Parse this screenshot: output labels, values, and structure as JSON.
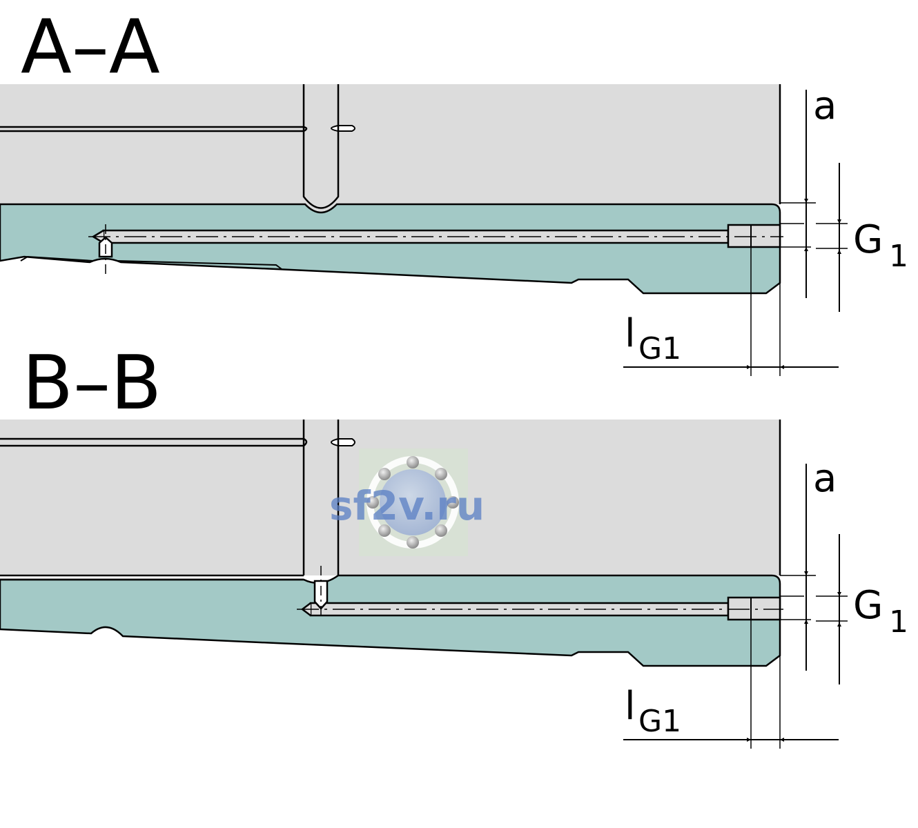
{
  "colors": {
    "housing_fill": "#dcdcdc",
    "rail_fill": "#a3c9c6",
    "line": "#000000",
    "background": "#ffffff"
  },
  "sections": [
    {
      "id": "A",
      "title": "A–A",
      "dim_a": "a",
      "dim_g_main": "G",
      "dim_g_sub": "1",
      "dim_l_main": "l",
      "dim_l_sub": "G1"
    },
    {
      "id": "B",
      "title": "B–B",
      "dim_a": "a",
      "dim_g_main": "G",
      "dim_g_sub": "1",
      "dim_l_main": "l",
      "dim_l_sub": "G1"
    }
  ],
  "watermark": {
    "text": "sf2v.ru"
  }
}
